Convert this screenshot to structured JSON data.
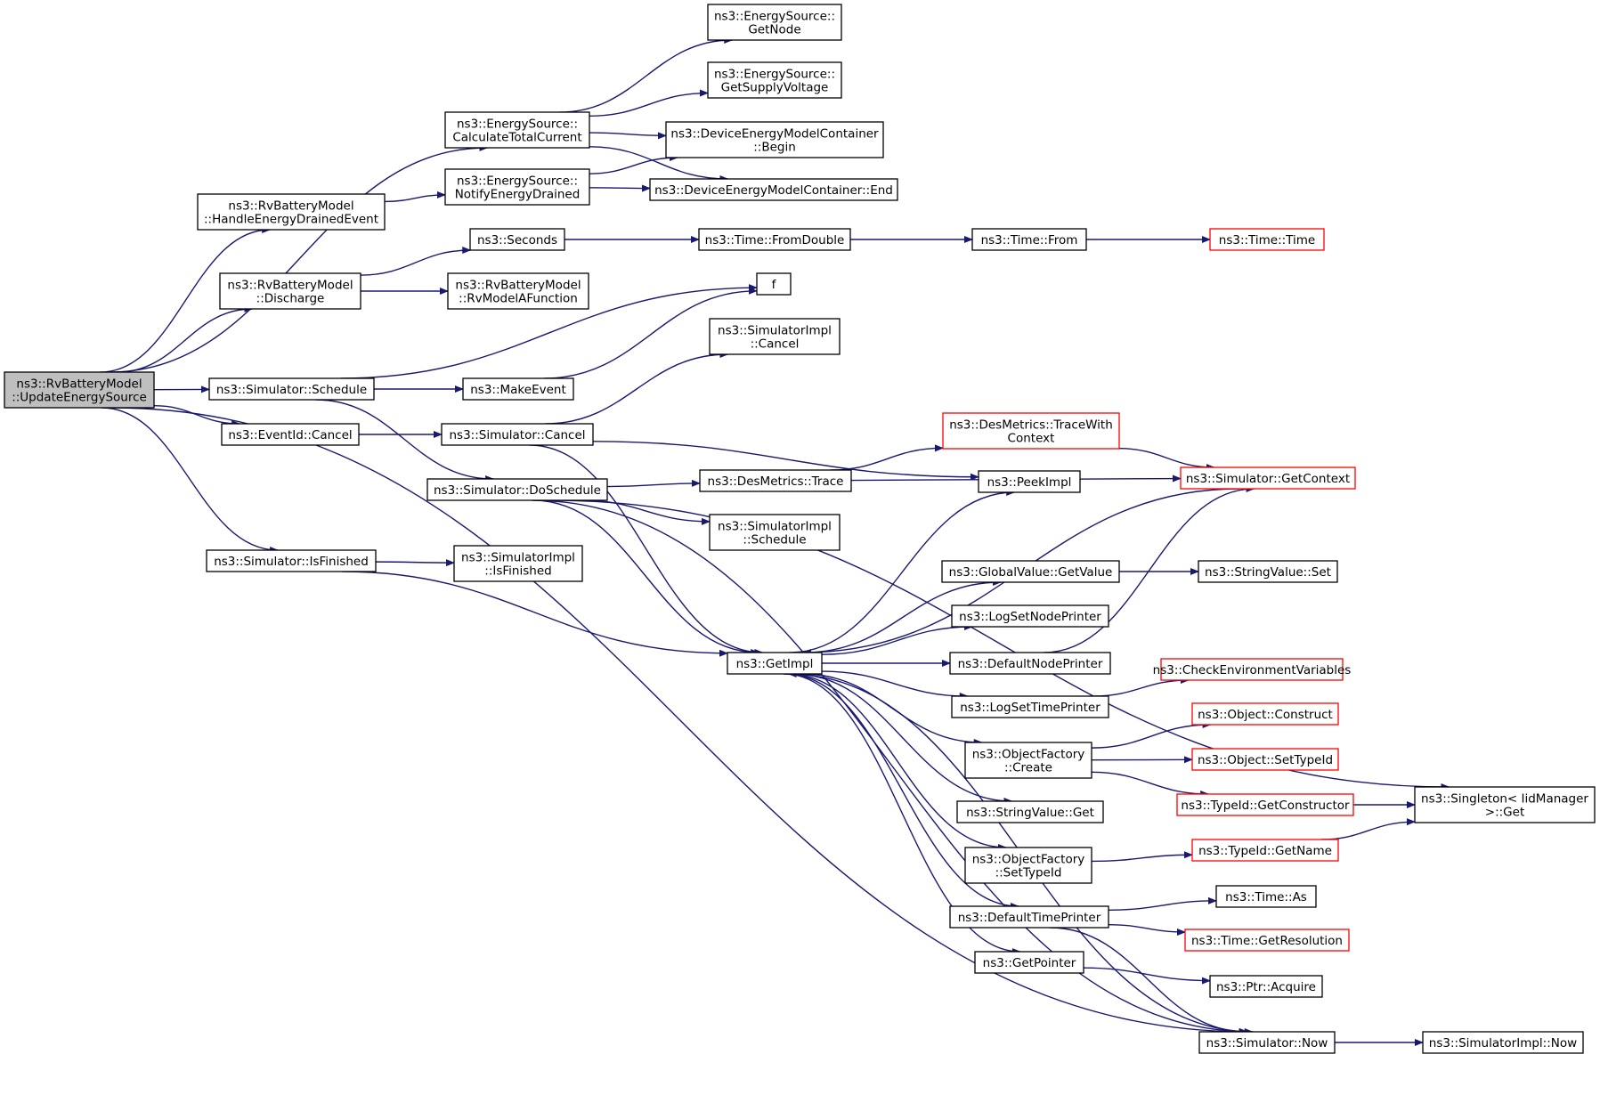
{
  "colors": {
    "edge": "#191970",
    "box_border": "#000000",
    "external_border": "#ff0000",
    "root_fill": "#bfbfbf",
    "background": "#ffffff"
  },
  "nodes": [
    {
      "id": "root",
      "lines": [
        "ns3::RvBatteryModel",
        "::UpdateEnergySource"
      ],
      "style": "root"
    },
    {
      "id": "es_getnode",
      "lines": [
        "ns3::EnergySource::",
        "GetNode"
      ],
      "style": "normal"
    },
    {
      "id": "es_getsupply",
      "lines": [
        "ns3::EnergySource::",
        "GetSupplyVoltage"
      ],
      "style": "normal"
    },
    {
      "id": "es_calc",
      "lines": [
        "ns3::EnergySource::",
        "CalculateTotalCurrent"
      ],
      "style": "normal"
    },
    {
      "id": "demc_begin",
      "lines": [
        "ns3::DeviceEnergyModelContainer",
        "::Begin"
      ],
      "style": "normal"
    },
    {
      "id": "es_notify",
      "lines": [
        "ns3::EnergySource::",
        "NotifyEnergyDrained"
      ],
      "style": "normal"
    },
    {
      "id": "demc_end",
      "lines": [
        "ns3::DeviceEnergyModelContainer::End"
      ],
      "style": "normal"
    },
    {
      "id": "rv_handle",
      "lines": [
        "ns3::RvBatteryModel",
        "::HandleEnergyDrainedEvent"
      ],
      "style": "normal"
    },
    {
      "id": "seconds",
      "lines": [
        "ns3::Seconds"
      ],
      "style": "normal"
    },
    {
      "id": "time_fromdouble",
      "lines": [
        "ns3::Time::FromDouble"
      ],
      "style": "normal"
    },
    {
      "id": "time_from",
      "lines": [
        "ns3::Time::From"
      ],
      "style": "normal"
    },
    {
      "id": "time_time",
      "lines": [
        "ns3::Time::Time"
      ],
      "style": "red"
    },
    {
      "id": "rv_discharge",
      "lines": [
        "ns3::RvBatteryModel",
        "::Discharge"
      ],
      "style": "normal"
    },
    {
      "id": "rv_afunc",
      "lines": [
        "ns3::RvBatteryModel",
        "::RvModelAFunction"
      ],
      "style": "normal"
    },
    {
      "id": "f",
      "lines": [
        "f"
      ],
      "style": "normal"
    },
    {
      "id": "simimpl_cancel",
      "lines": [
        "ns3::SimulatorImpl",
        "::Cancel"
      ],
      "style": "normal"
    },
    {
      "id": "sim_schedule",
      "lines": [
        "ns3::Simulator::Schedule"
      ],
      "style": "normal"
    },
    {
      "id": "makeevent",
      "lines": [
        "ns3::MakeEvent"
      ],
      "style": "normal"
    },
    {
      "id": "eventid_cancel",
      "lines": [
        "ns3::EventId::Cancel"
      ],
      "style": "normal"
    },
    {
      "id": "sim_cancel",
      "lines": [
        "ns3::Simulator::Cancel"
      ],
      "style": "normal"
    },
    {
      "id": "desm_tracewith",
      "lines": [
        "ns3::DesMetrics::TraceWith",
        "Context"
      ],
      "style": "red"
    },
    {
      "id": "sim_doschedule",
      "lines": [
        "ns3::Simulator::DoSchedule"
      ],
      "style": "normal"
    },
    {
      "id": "desm_trace",
      "lines": [
        "ns3::DesMetrics::Trace"
      ],
      "style": "normal"
    },
    {
      "id": "peekimpl",
      "lines": [
        "ns3::PeekImpl"
      ],
      "style": "normal"
    },
    {
      "id": "sim_getcontext",
      "lines": [
        "ns3::Simulator::GetContext"
      ],
      "style": "red"
    },
    {
      "id": "simimpl_schedule",
      "lines": [
        "ns3::SimulatorImpl",
        "::Schedule"
      ],
      "style": "normal"
    },
    {
      "id": "sim_isfinished",
      "lines": [
        "ns3::Simulator::IsFinished"
      ],
      "style": "normal"
    },
    {
      "id": "simimpl_isfinished",
      "lines": [
        "ns3::SimulatorImpl",
        "::IsFinished"
      ],
      "style": "normal"
    },
    {
      "id": "gv_getvalue",
      "lines": [
        "ns3::GlobalValue::GetValue"
      ],
      "style": "normal"
    },
    {
      "id": "sv_set",
      "lines": [
        "ns3::StringValue::Set"
      ],
      "style": "normal"
    },
    {
      "id": "logsetnode",
      "lines": [
        "ns3::LogSetNodePrinter"
      ],
      "style": "normal"
    },
    {
      "id": "getimpl",
      "lines": [
        "ns3::GetImpl"
      ],
      "style": "normal"
    },
    {
      "id": "defnodeprinter",
      "lines": [
        "ns3::DefaultNodePrinter"
      ],
      "style": "normal"
    },
    {
      "id": "checkenv",
      "lines": [
        "ns3::CheckEnvironmentVariables"
      ],
      "style": "red"
    },
    {
      "id": "logsettime",
      "lines": [
        "ns3::LogSetTimePrinter"
      ],
      "style": "normal"
    },
    {
      "id": "obj_construct",
      "lines": [
        "ns3::Object::Construct"
      ],
      "style": "red"
    },
    {
      "id": "of_create",
      "lines": [
        "ns3::ObjectFactory",
        "::Create"
      ],
      "style": "normal"
    },
    {
      "id": "obj_settypeid",
      "lines": [
        "ns3::Object::SetTypeId"
      ],
      "style": "red"
    },
    {
      "id": "tid_getctor",
      "lines": [
        "ns3::TypeId::GetConstructor"
      ],
      "style": "red"
    },
    {
      "id": "singleton_get",
      "lines": [
        "ns3::Singleton< IidManager",
        " >::Get"
      ],
      "style": "normal"
    },
    {
      "id": "sv_get",
      "lines": [
        "ns3::StringValue::Get"
      ],
      "style": "normal"
    },
    {
      "id": "of_settypeid",
      "lines": [
        "ns3::ObjectFactory",
        "::SetTypeId"
      ],
      "style": "normal"
    },
    {
      "id": "tid_getname",
      "lines": [
        "ns3::TypeId::GetName"
      ],
      "style": "red"
    },
    {
      "id": "time_as",
      "lines": [
        "ns3::Time::As"
      ],
      "style": "normal"
    },
    {
      "id": "deftimeprinter",
      "lines": [
        "ns3::DefaultTimePrinter"
      ],
      "style": "normal"
    },
    {
      "id": "time_getres",
      "lines": [
        "ns3::Time::GetResolution"
      ],
      "style": "red"
    },
    {
      "id": "getpointer",
      "lines": [
        "ns3::GetPointer"
      ],
      "style": "normal"
    },
    {
      "id": "ptr_acquire",
      "lines": [
        "ns3::Ptr::Acquire"
      ],
      "style": "normal"
    },
    {
      "id": "sim_now",
      "lines": [
        "ns3::Simulator::Now"
      ],
      "style": "normal"
    },
    {
      "id": "simimpl_now",
      "lines": [
        "ns3::SimulatorImpl::Now"
      ],
      "style": "normal"
    }
  ],
  "edges": [
    {
      "from": "root",
      "to": "es_calc"
    },
    {
      "from": "root",
      "to": "rv_handle"
    },
    {
      "from": "root",
      "to": "rv_discharge"
    },
    {
      "from": "root",
      "to": "sim_schedule"
    },
    {
      "from": "root",
      "to": "eventid_cancel"
    },
    {
      "from": "root",
      "to": "sim_isfinished"
    },
    {
      "from": "root",
      "to": "sim_now"
    },
    {
      "from": "es_calc",
      "to": "es_getnode"
    },
    {
      "from": "es_calc",
      "to": "es_getsupply"
    },
    {
      "from": "es_calc",
      "to": "demc_begin"
    },
    {
      "from": "es_calc",
      "to": "demc_end"
    },
    {
      "from": "es_notify",
      "to": "demc_begin"
    },
    {
      "from": "es_notify",
      "to": "demc_end"
    },
    {
      "from": "rv_handle",
      "to": "es_notify"
    },
    {
      "from": "rv_discharge",
      "to": "seconds"
    },
    {
      "from": "rv_discharge",
      "to": "rv_afunc"
    },
    {
      "from": "seconds",
      "to": "time_fromdouble"
    },
    {
      "from": "time_fromdouble",
      "to": "time_from"
    },
    {
      "from": "time_from",
      "to": "time_time"
    },
    {
      "from": "sim_schedule",
      "to": "f"
    },
    {
      "from": "sim_schedule",
      "to": "makeevent"
    },
    {
      "from": "sim_schedule",
      "to": "sim_doschedule"
    },
    {
      "from": "makeevent",
      "to": "f"
    },
    {
      "from": "eventid_cancel",
      "to": "sim_cancel"
    },
    {
      "from": "sim_cancel",
      "to": "simimpl_cancel"
    },
    {
      "from": "sim_cancel",
      "to": "peekimpl"
    },
    {
      "from": "sim_cancel",
      "to": "getimpl"
    },
    {
      "from": "sim_doschedule",
      "to": "desm_trace"
    },
    {
      "from": "sim_doschedule",
      "to": "simimpl_schedule"
    },
    {
      "from": "sim_doschedule",
      "to": "getimpl"
    },
    {
      "from": "sim_doschedule",
      "to": "singleton_get"
    },
    {
      "from": "sim_doschedule",
      "to": "sim_now"
    },
    {
      "from": "desm_trace",
      "to": "desm_tracewith"
    },
    {
      "from": "desm_trace",
      "to": "sim_getcontext"
    },
    {
      "from": "desm_tracewith",
      "to": "sim_getcontext"
    },
    {
      "from": "sim_isfinished",
      "to": "simimpl_isfinished"
    },
    {
      "from": "sim_isfinished",
      "to": "getimpl"
    },
    {
      "from": "getimpl",
      "to": "peekimpl"
    },
    {
      "from": "getimpl",
      "to": "gv_getvalue"
    },
    {
      "from": "getimpl",
      "to": "logsetnode"
    },
    {
      "from": "getimpl",
      "to": "defnodeprinter"
    },
    {
      "from": "getimpl",
      "to": "logsettime"
    },
    {
      "from": "getimpl",
      "to": "of_create"
    },
    {
      "from": "getimpl",
      "to": "sv_get"
    },
    {
      "from": "getimpl",
      "to": "of_settypeid"
    },
    {
      "from": "getimpl",
      "to": "deftimeprinter"
    },
    {
      "from": "getimpl",
      "to": "getpointer"
    },
    {
      "from": "sim_getcontext",
      "to": "getimpl"
    },
    {
      "from": "sim_now",
      "to": "getimpl"
    },
    {
      "from": "gv_getvalue",
      "to": "sv_set"
    },
    {
      "from": "defnodeprinter",
      "to": "sim_getcontext"
    },
    {
      "from": "logsettime",
      "to": "checkenv"
    },
    {
      "from": "of_create",
      "to": "obj_construct"
    },
    {
      "from": "of_create",
      "to": "obj_settypeid"
    },
    {
      "from": "of_create",
      "to": "tid_getctor"
    },
    {
      "from": "tid_getctor",
      "to": "singleton_get"
    },
    {
      "from": "of_settypeid",
      "to": "tid_getname"
    },
    {
      "from": "tid_getname",
      "to": "singleton_get"
    },
    {
      "from": "deftimeprinter",
      "to": "time_as"
    },
    {
      "from": "deftimeprinter",
      "to": "time_getres"
    },
    {
      "from": "deftimeprinter",
      "to": "sim_now"
    },
    {
      "from": "getpointer",
      "to": "ptr_acquire"
    },
    {
      "from": "sim_now",
      "to": "simimpl_now"
    }
  ]
}
